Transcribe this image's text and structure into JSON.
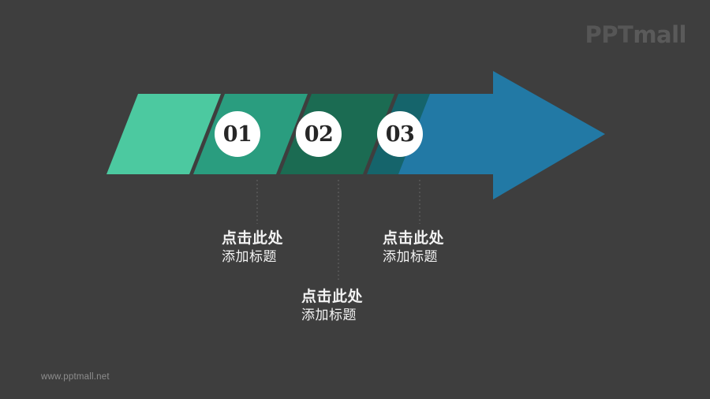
{
  "slide": {
    "background_color": "#3e3e3e",
    "logo": {
      "part1": "PPT",
      "part2": "mall"
    },
    "watermark": "www.pptmall.net"
  },
  "diagram": {
    "type": "process-arrow",
    "arrow_color": "#2279a5",
    "segments": [
      {
        "id": "seg-0",
        "color": "#4cc9a0",
        "number": ""
      },
      {
        "id": "seg-1",
        "color": "#2a9d7f",
        "number": "01"
      },
      {
        "id": "seg-2",
        "color": "#1b6b52",
        "number": "02"
      },
      {
        "id": "seg-3",
        "color": "#15646b",
        "number": "03"
      }
    ],
    "badges": [
      {
        "label": "01"
      },
      {
        "label": "02"
      },
      {
        "label": "03"
      }
    ],
    "captions": [
      {
        "line1": "点击此处",
        "line2": "添加标题"
      },
      {
        "line1": "点击此处",
        "line2": "添加标题"
      },
      {
        "line1": "点击此处",
        "line2": "添加标题"
      }
    ],
    "connector_color": "#585858"
  }
}
